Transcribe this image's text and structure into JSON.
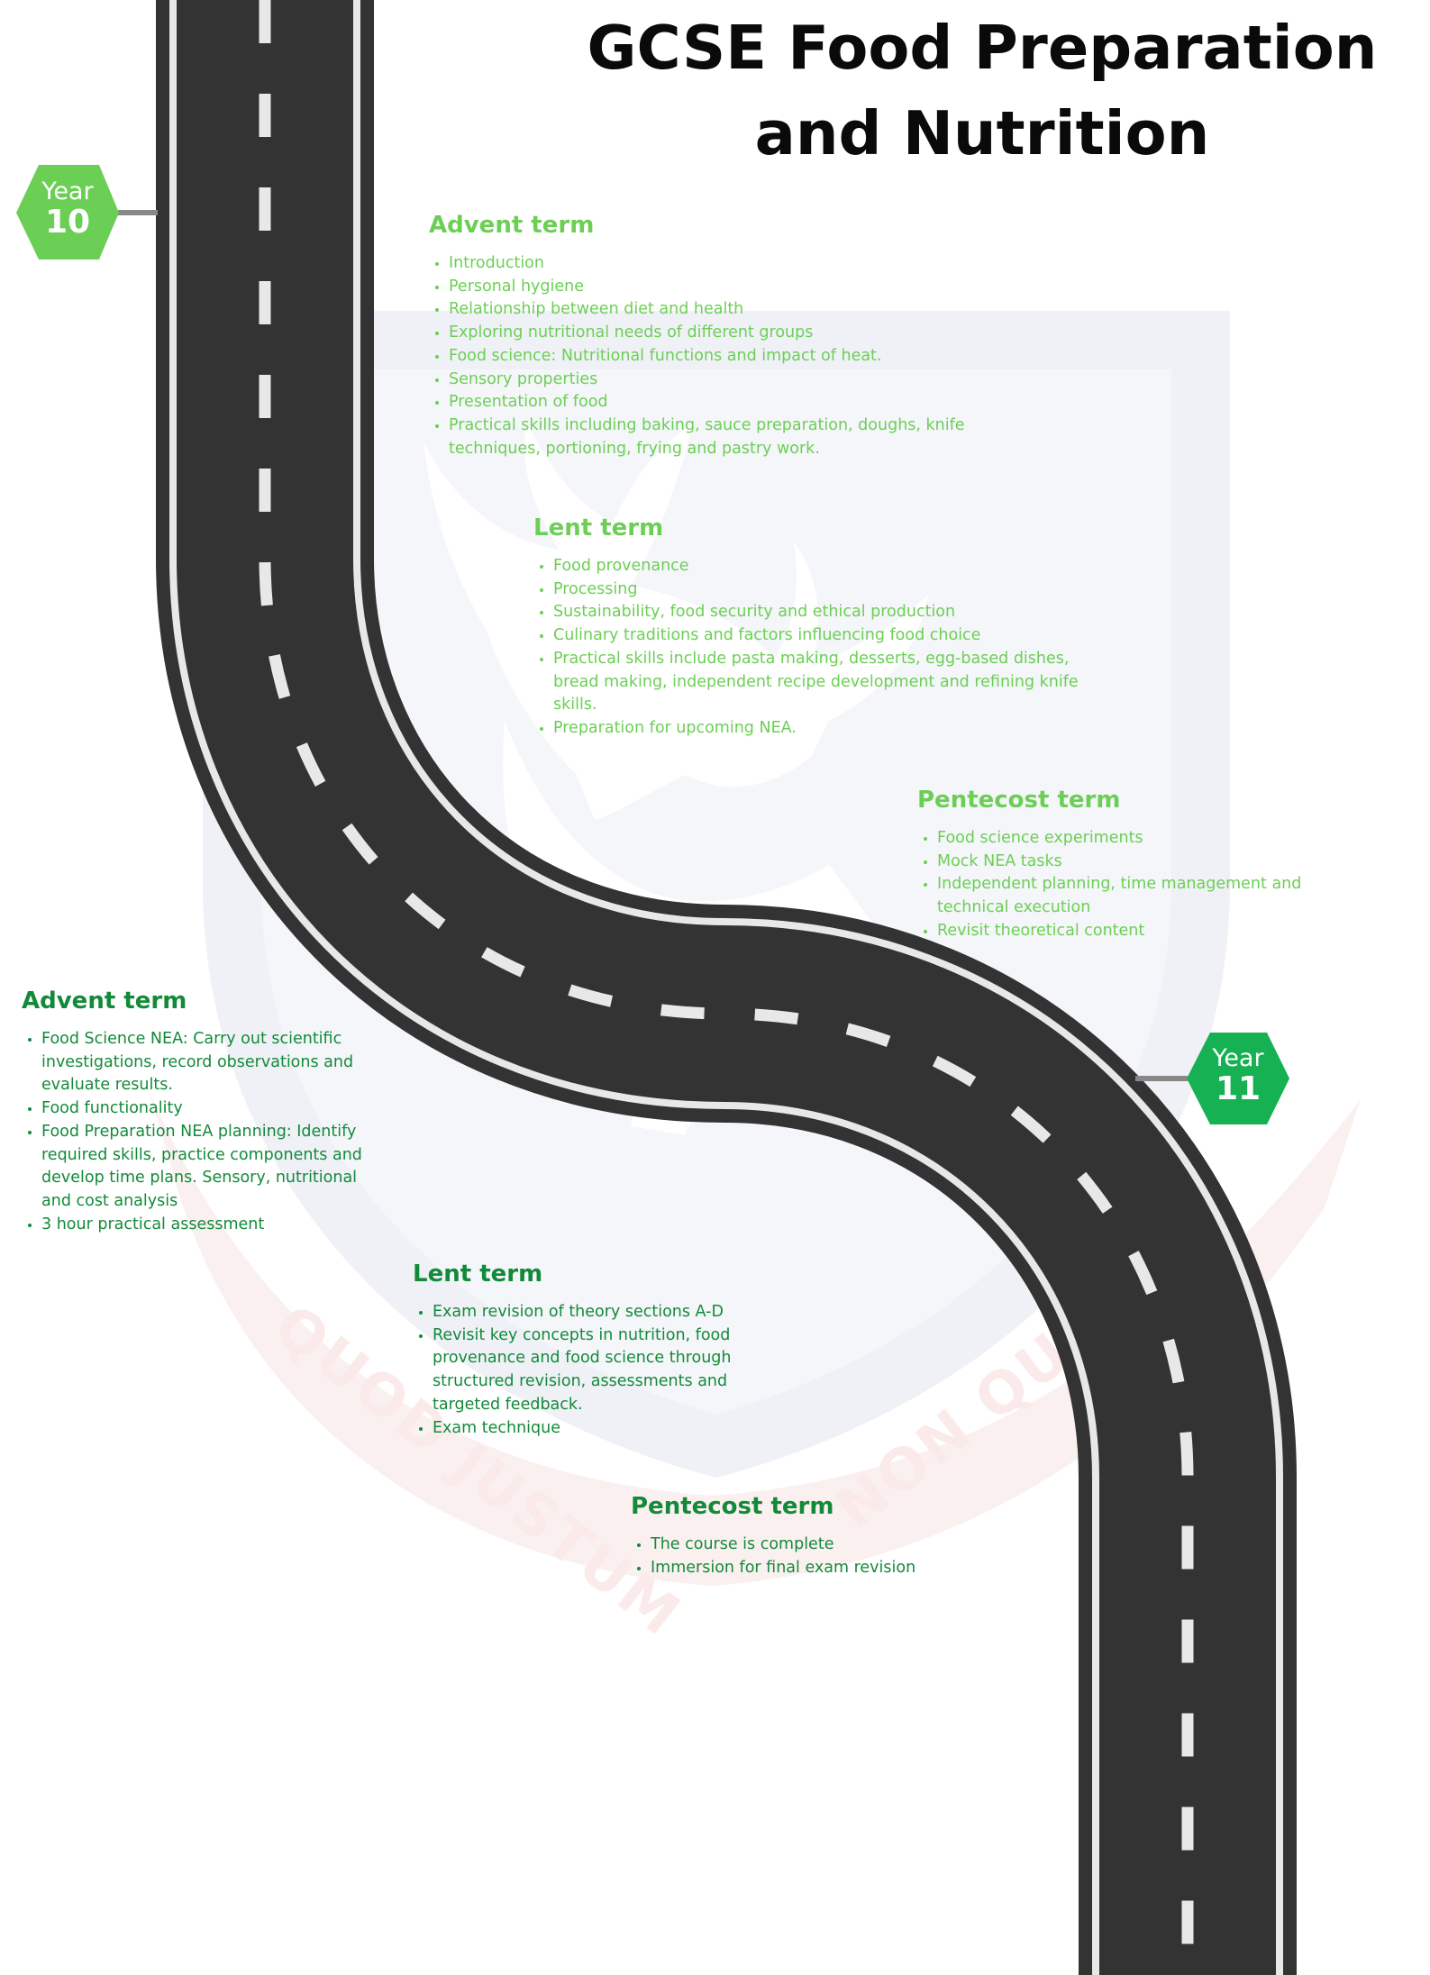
{
  "title": "GCSE Food Preparation and Nutrition",
  "colors": {
    "road": "#333333",
    "road_line": "#e8e8e8",
    "year10_accent": "#6ccf55",
    "year11_accent": "#15b153",
    "year11_text": "#138a3a",
    "connector": "#888888",
    "crest_watermark": "#eff1f6",
    "banner_watermark": "#fbf0f0"
  },
  "watermark": {
    "icon": "school-crest-stag-icon",
    "motto_left": "QUOD JUSTUM",
    "motto_right": "NON QUOD U"
  },
  "year10": {
    "marker": {
      "word": "Year",
      "number": "10"
    },
    "terms": [
      {
        "heading": "Advent term",
        "items": [
          "Introduction",
          "Personal hygiene",
          "Relationship between diet and health",
          "Exploring nutritional needs of different groups",
          "Food science: Nutritional functions and impact of heat.",
          "Sensory properties",
          "Presentation of food",
          "Practical skills including baking, sauce preparation, doughs, knife techniques, portioning, frying and pastry work."
        ]
      },
      {
        "heading": "Lent term",
        "items": [
          "Food provenance",
          "Processing",
          "Sustainability, food security and ethical production",
          "Culinary traditions and factors influencing food choice",
          "Practical skills include pasta making, desserts, egg-based dishes, bread making, independent recipe development and refining knife skills.",
          "Preparation for upcoming NEA."
        ]
      },
      {
        "heading": "Pentecost term",
        "items": [
          "Food science experiments",
          "Mock NEA tasks",
          "Independent planning, time management and technical execution",
          "Revisit theoretical content"
        ]
      }
    ]
  },
  "year11": {
    "marker": {
      "word": "Year",
      "number": "11"
    },
    "terms": [
      {
        "heading": "Advent term",
        "items": [
          "Food Science NEA: Carry out scientific investigations, record observations and evaluate results.",
          "Food functionality",
          "Food Preparation NEA planning: Identify required skills, practice components and develop time plans. Sensory, nutritional and cost analysis",
          "3 hour practical assessment"
        ]
      },
      {
        "heading": "Lent term",
        "items": [
          "Exam revision of theory sections A-D",
          "Revisit key concepts in nutrition, food provenance and food science through structured revision, assessments and targeted feedback.",
          "Exam technique"
        ]
      },
      {
        "heading": "Pentecost term",
        "items": [
          "The course is complete",
          "Immersion for final exam revision"
        ]
      }
    ]
  }
}
